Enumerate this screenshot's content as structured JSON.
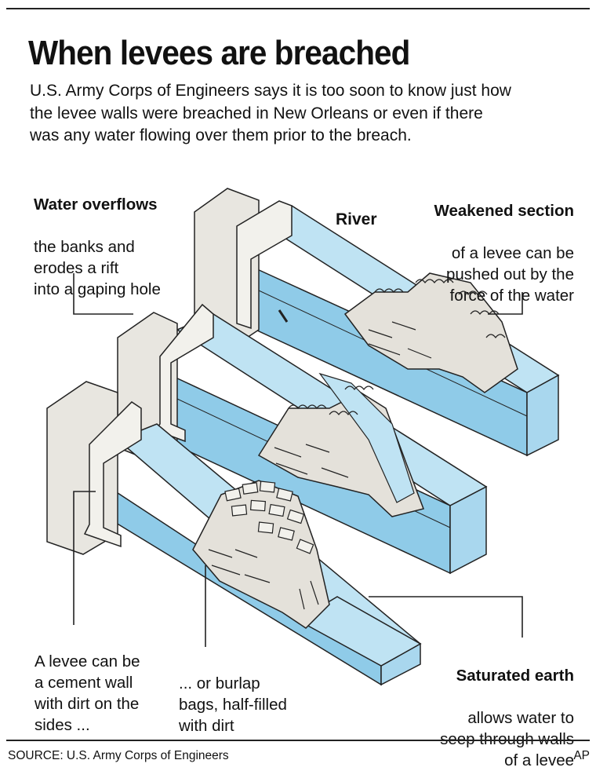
{
  "title": "When levees are breached",
  "subtitle": "U.S. Army Corps of Engineers says it is too soon to know just how\nthe levee walls were breached in New Orleans or even if there\nwas any water flowing over them prior to the breach.",
  "labels": {
    "overflow": {
      "heading": "Water overflows",
      "body": "the banks and\nerodes a rift\ninto a gaping hole"
    },
    "weakened": {
      "heading": "Weakened section",
      "body": "of a levee can be\npushed out by the\nforce of the water"
    },
    "cement": {
      "body": "A levee can be\na cement wall\nwith dirt on the\nsides ..."
    },
    "burlap": {
      "body": "... or burlap\nbags, half-filled\nwith dirt"
    },
    "saturated": {
      "heading": "Saturated earth",
      "body": "allows water to\nseep through walls\nof a levee"
    },
    "river": "River"
  },
  "footer": {
    "source": "SOURCE: U.S. Army Corps of Engineers",
    "credit": "AP"
  },
  "colors": {
    "water": "#bfe3f3",
    "water_dark": "#8fcbe8",
    "stone": "#e8e6e0",
    "stone_shadow": "#cfccc4",
    "outline": "#222222"
  }
}
